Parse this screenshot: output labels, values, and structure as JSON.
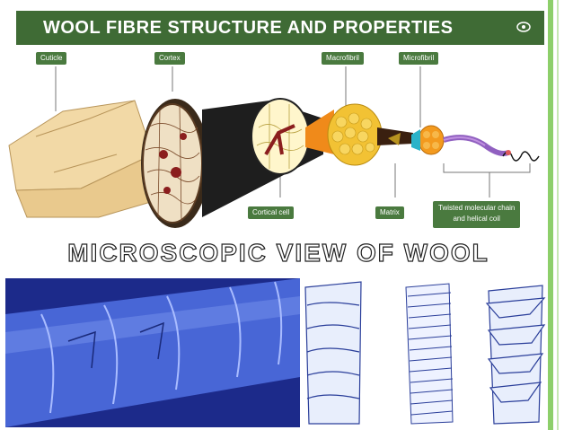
{
  "title": "WOOL FIBRE STRUCTURE AND PROPERTIES",
  "labels": {
    "cuticle": "Cuticle",
    "cortex": "Cortex",
    "macrofibril": "Macrofibril",
    "microfibril": "Microfibril",
    "cortical_cell": "Cortical cell",
    "matrix": "Matrix",
    "twisted_line1": "Twisted molecular chain",
    "twisted_line2": "and helical coil"
  },
  "heading": "MICROSCOPIC VIEW OF WOOL",
  "colors": {
    "title_bar": "#3f6b35",
    "label_box": "#4a7a3f",
    "accent": "#8dcf6a",
    "sem_blue": "#3a55c8"
  }
}
